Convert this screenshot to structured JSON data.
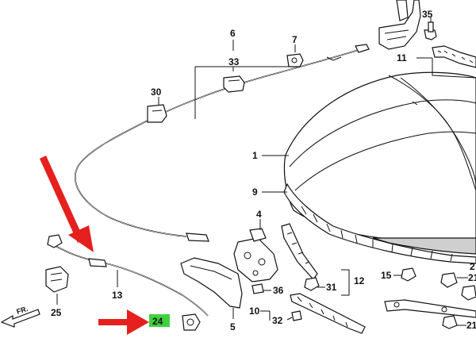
{
  "diagram": {
    "part_numbers": {
      "p1": "1",
      "p2": "2",
      "p5": "5",
      "p6": "6",
      "p7": "7",
      "p9": "9",
      "p10": "10",
      "p11": "11",
      "p12": "12",
      "p13": "13",
      "p15": "15",
      "p24": "24",
      "p25": "25",
      "p30": "30",
      "p31": "31",
      "p32": "32",
      "p33": "33",
      "p35": "35",
      "p36": "36",
      "p4": "4",
      "p21": "21"
    },
    "fr_marker": "FR.",
    "highlight_color": "#3fd13f",
    "arrow_color": "#e5201f"
  }
}
